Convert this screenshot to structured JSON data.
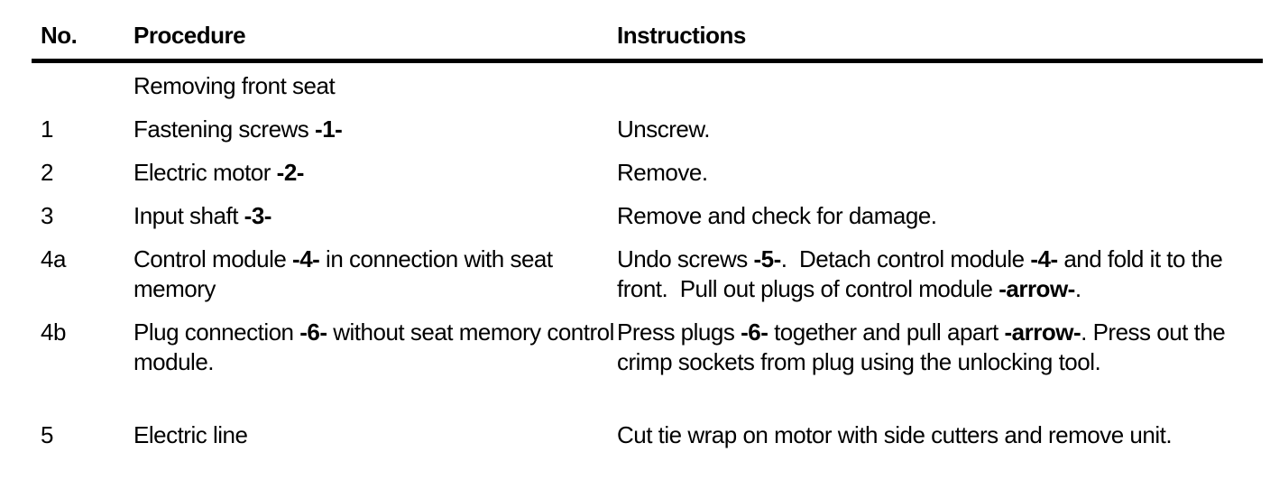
{
  "document": {
    "background": "#ffffff",
    "text_color": "#000000",
    "rule_color": "#000000"
  },
  "table": {
    "headers": {
      "no": "No.",
      "procedure": "Procedure",
      "instructions": "Instructions"
    },
    "rows": [
      {
        "no": "",
        "procedure": [
          {
            "t": "Removing front seat"
          }
        ],
        "instructions": []
      },
      {
        "no": "1",
        "procedure": [
          {
            "t": "Fastening screws "
          },
          {
            "t": "-1-",
            "b": true
          }
        ],
        "instructions": [
          {
            "t": "Unscrew."
          }
        ]
      },
      {
        "no": "2",
        "procedure": [
          {
            "t": "Electric motor "
          },
          {
            "t": "-2-",
            "b": true
          }
        ],
        "instructions": [
          {
            "t": "Remove."
          }
        ]
      },
      {
        "no": "3",
        "procedure": [
          {
            "t": "Input shaft "
          },
          {
            "t": "-3-",
            "b": true
          }
        ],
        "instructions": [
          {
            "t": "Remove and check for damage."
          }
        ]
      },
      {
        "no": "4a",
        "procedure": [
          {
            "t": "Control module "
          },
          {
            "t": "-4-",
            "b": true
          },
          {
            "t": " in connection with seat memory"
          }
        ],
        "instructions": [
          {
            "t": "Undo screws "
          },
          {
            "t": "-5-",
            "b": true
          },
          {
            "t": ".  Detach control module "
          },
          {
            "t": "-4-",
            "b": true
          },
          {
            "t": " and fold it to the front.  Pull out plugs of control module "
          },
          {
            "t": "-arrow-",
            "b": true
          },
          {
            "t": "."
          }
        ]
      },
      {
        "no": "4b",
        "procedure": [
          {
            "t": "Plug connection "
          },
          {
            "t": "-6-",
            "b": true
          },
          {
            "t": " without seat memory control module."
          }
        ],
        "instructions": [
          {
            "t": "Press plugs "
          },
          {
            "t": "-6-",
            "b": true
          },
          {
            "t": " together and pull apart "
          },
          {
            "t": "-arrow-",
            "b": true
          },
          {
            "t": ". Press out the crimp sockets from plug using the unlocking tool."
          }
        ]
      },
      {
        "no": "5",
        "procedure": [
          {
            "t": "Electric line"
          }
        ],
        "instructions": [
          {
            "t": "Cut tie wrap on motor with side cutters and remove unit."
          }
        ]
      }
    ]
  }
}
